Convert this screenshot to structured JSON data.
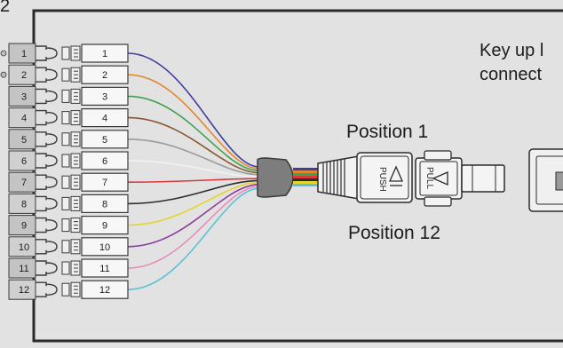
{
  "figure_number": "2",
  "note_line1": "Key up l",
  "note_line2": "connect",
  "position_top_label": "Position 1",
  "position_bottom_label": "Position 12",
  "push_label": "PUSH",
  "pull_label": "PULL",
  "ports": [
    {
      "left": "1",
      "right": "1",
      "fiber_color": "#3f3f9e"
    },
    {
      "left": "2",
      "right": "2",
      "fiber_color": "#e0872f"
    },
    {
      "left": "3",
      "right": "3",
      "fiber_color": "#3ea24a"
    },
    {
      "left": "4",
      "right": "4",
      "fiber_color": "#8a5632"
    },
    {
      "left": "5",
      "right": "5",
      "fiber_color": "#9a9a9a"
    },
    {
      "left": "6",
      "right": "6",
      "fiber_color": "#f2f2f2"
    },
    {
      "left": "7",
      "right": "7",
      "fiber_color": "#d93a3a"
    },
    {
      "left": "8",
      "right": "8",
      "fiber_color": "#2c2c2c"
    },
    {
      "left": "9",
      "right": "9",
      "fiber_color": "#e6d42a"
    },
    {
      "left": "10",
      "right": "10",
      "fiber_color": "#8c3a9c"
    },
    {
      "left": "11",
      "right": "11",
      "fiber_color": "#e98ab8"
    },
    {
      "left": "12",
      "right": "12",
      "fiber_color": "#5cc0d6"
    }
  ]
}
